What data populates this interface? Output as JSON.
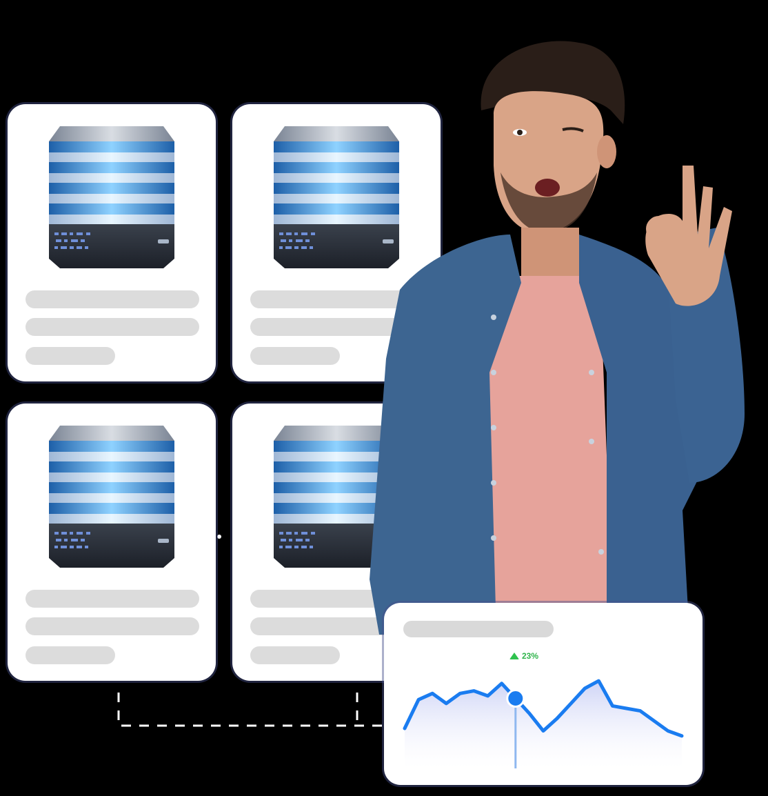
{
  "server_cards": [
    {
      "name": "server-card-1"
    },
    {
      "name": "server-card-2"
    },
    {
      "name": "server-card-3"
    },
    {
      "name": "server-card-4"
    }
  ],
  "stats": {
    "change_label": "23%",
    "trend": "up",
    "accent_color": "#1a7cf0",
    "up_color": "#2fc24e"
  },
  "chart_data": {
    "type": "line",
    "x": [
      0,
      1,
      2,
      3,
      4,
      5,
      6,
      7,
      8,
      9,
      10,
      11,
      12,
      13,
      14,
      15,
      16,
      17,
      18,
      19,
      20
    ],
    "values": [
      32,
      55,
      60,
      52,
      60,
      62,
      58,
      68,
      56,
      44,
      30,
      40,
      52,
      64,
      70,
      50,
      48,
      46,
      38,
      30,
      26
    ],
    "highlight_index": 8,
    "highlight_label": "23%",
    "grid": false,
    "legend": "none"
  }
}
